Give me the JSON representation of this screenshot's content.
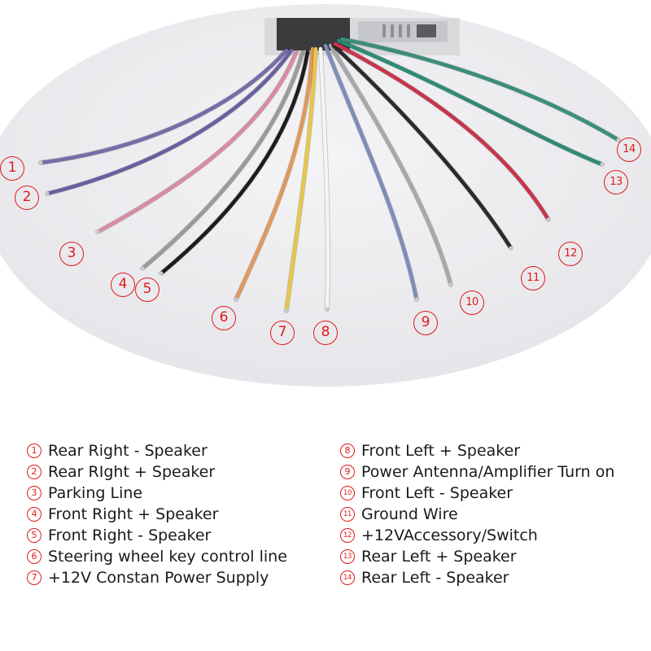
{
  "wires": [
    {
      "num": "1",
      "color": "#7a6aa8"
    },
    {
      "num": "2",
      "color": "#6a5ea0"
    },
    {
      "num": "3",
      "color": "#d98aa6"
    },
    {
      "num": "4",
      "color": "#9a9a9a"
    },
    {
      "num": "5",
      "color": "#1c1c1c"
    },
    {
      "num": "6",
      "color": "#e0995a"
    },
    {
      "num": "7",
      "color": "#e8c64a"
    },
    {
      "num": "8",
      "color": "#f4f4f4"
    },
    {
      "num": "9",
      "color": "#7e8cb8"
    },
    {
      "num": "10",
      "color": "#a8a8a8"
    },
    {
      "num": "11",
      "color": "#2a2a2a"
    },
    {
      "num": "12",
      "color": "#c8344a"
    },
    {
      "num": "13",
      "color": "#2e8a74"
    },
    {
      "num": "14",
      "color": "#3a8e7a"
    }
  ],
  "legend": [
    {
      "num": "1",
      "text": "Rear Right - Speaker"
    },
    {
      "num": "2",
      "text": "Rear RIght + Speaker"
    },
    {
      "num": "3",
      "text": "Parking Line"
    },
    {
      "num": "4",
      "text": "Front Right + Speaker"
    },
    {
      "num": "5",
      "text": "Front Right - Speaker"
    },
    {
      "num": "6",
      "text": "Steering wheel key control line"
    },
    {
      "num": "7",
      "text": "+12V Constan Power Supply"
    },
    {
      "num": "8",
      "text": "Front Left + Speaker"
    },
    {
      "num": "9",
      "text": "Power Antenna/Amplifier Turn on"
    },
    {
      "num": "10",
      "text": "Front Left - Speaker"
    },
    {
      "num": "11",
      "text": "Ground Wire"
    },
    {
      "num": "12",
      "text": "+12VAccessory/Switch"
    },
    {
      "num": "13",
      "text": "Rear Left + Speaker"
    },
    {
      "num": "14",
      "text": "Rear Left - Speaker"
    }
  ],
  "colors": {
    "badge": "#e01a1a",
    "backdrop": "#ededf0"
  }
}
